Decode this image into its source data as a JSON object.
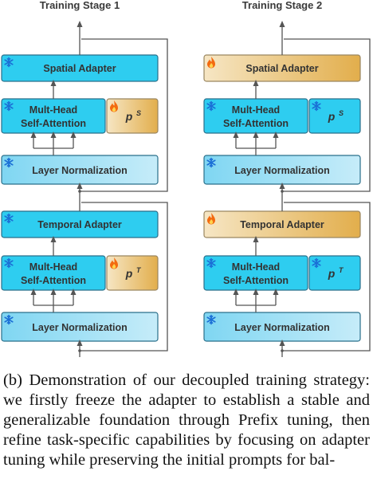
{
  "stages": [
    {
      "title": "Training Stage 1",
      "blocks": {
        "spatial_adapter": {
          "label": "Spatial Adapter",
          "state": "frozen"
        },
        "attention_top": {
          "label1": "Mult-Head",
          "label2": "Self-Attention",
          "state": "frozen"
        },
        "prompt_top": {
          "label": "p",
          "sup": "S",
          "state": "trainable"
        },
        "norm_top": {
          "label": "Layer Normalization",
          "state": "frozen"
        },
        "temporal_adapter": {
          "label": "Temporal Adapter",
          "state": "frozen"
        },
        "attention_bottom": {
          "label1": "Mult-Head",
          "label2": "Self-Attention",
          "state": "frozen"
        },
        "prompt_bottom": {
          "label": "p",
          "sup": "T",
          "state": "trainable"
        },
        "norm_bottom": {
          "label": "Layer Normalization",
          "state": "frozen"
        }
      }
    },
    {
      "title": "Training Stage 2",
      "blocks": {
        "spatial_adapter": {
          "label": "Spatial Adapter",
          "state": "trainable"
        },
        "attention_top": {
          "label1": "Mult-Head",
          "label2": "Self-Attention",
          "state": "frozen"
        },
        "prompt_top": {
          "label": "p",
          "sup": "S",
          "state": "frozen"
        },
        "norm_top": {
          "label": "Layer Normalization",
          "state": "frozen"
        },
        "temporal_adapter": {
          "label": "Temporal Adapter",
          "state": "trainable"
        },
        "attention_bottom": {
          "label1": "Mult-Head",
          "label2": "Self-Attention",
          "state": "frozen"
        },
        "prompt_bottom": {
          "label": "p",
          "sup": "T",
          "state": "frozen"
        },
        "norm_bottom": {
          "label": "Layer Normalization",
          "state": "frozen"
        }
      }
    }
  ],
  "icons": {
    "frozen": "snowflake-icon",
    "trainable": "flame-icon"
  },
  "colors": {
    "frozen_fill": "#2ecdf0",
    "frozen_stroke": "#2a6f8a",
    "norm_fill_start": "#7fd6f2",
    "norm_fill_end": "#c6ecf9",
    "trainable_fill_start": "#f6e6c4",
    "trainable_fill_end": "#e2ae4c",
    "trainable_stroke": "#9a8660",
    "snowflake": "#1b6fd6",
    "flame": "#f36a10",
    "arrow": "#555555"
  },
  "caption": "(b) Demonstration of our decoupled training strategy: we firstly freeze the adapter to establish a stable and generalizable foundation through Prefix tuning, then refine task-specific capabilities by focusing on adapter tuning while preserving the initial prompts for bal-"
}
